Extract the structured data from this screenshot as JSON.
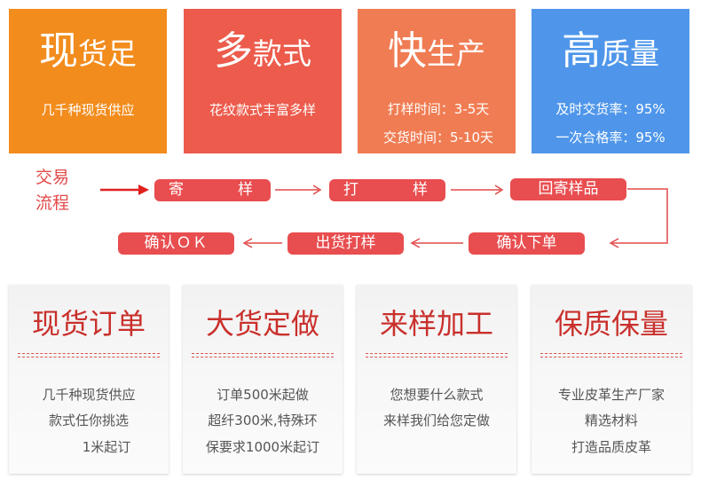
{
  "features": [
    {
      "big": "现",
      "small": "货足",
      "lines": [
        "几千种现货供应"
      ],
      "color": "#f28c1d"
    },
    {
      "big": "多",
      "small": "款式",
      "lines": [
        "花纹款式丰富多样"
      ],
      "color": "#ec5b4c"
    },
    {
      "big": "快",
      "small": "生产",
      "lines": [
        "打样时间：3-5天",
        "交货时间：5-10天"
      ],
      "color": "#f07c53"
    },
    {
      "big": "高",
      "small": "质量",
      "lines": [
        "及时交货率：95%",
        "一次合格率：95%"
      ],
      "color": "#4f96ea"
    }
  ],
  "flow": {
    "title_line1": "交易",
    "title_line2": "流程",
    "steps": [
      {
        "a": "寄",
        "b": "样"
      },
      {
        "a": "打",
        "b": "样"
      },
      {
        "label": "回寄样品"
      },
      {
        "label": "确认下单"
      },
      {
        "label": "出货打样"
      },
      {
        "label": "确认ＯＫ"
      }
    ],
    "accent": "#e84d4f"
  },
  "cards": [
    {
      "title": "现货订单",
      "lines": [
        "几千种现货供应",
        "款式任你挑选",
        "1米起订"
      ]
    },
    {
      "title": "大货定做",
      "lines": [
        "订单500米起做",
        "超纤300米,特殊环",
        "保要求1000米起订"
      ]
    },
    {
      "title": "来样加工",
      "lines": [
        "您想要什么款式",
        "来样我们给您定做"
      ]
    },
    {
      "title": "保质保量",
      "lines": [
        "专业皮革生产厂家",
        "精选材料",
        "打造品质皮革"
      ]
    }
  ]
}
